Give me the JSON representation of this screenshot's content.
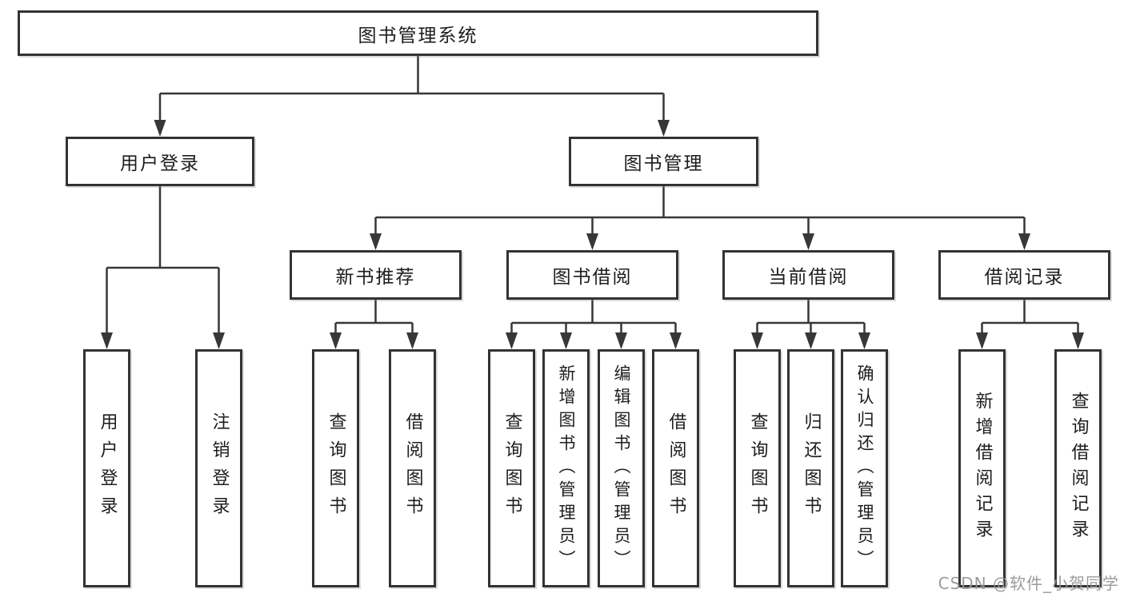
{
  "tree": {
    "label": "图书管理系统",
    "children": [
      {
        "label": "用户登录",
        "children": [
          {
            "label": "用户登录"
          },
          {
            "label": "注销登录"
          }
        ]
      },
      {
        "label": "图书管理",
        "children": [
          {
            "label": "新书推荐",
            "children": [
              {
                "label": "查询图书"
              },
              {
                "label": "借阅图书"
              }
            ]
          },
          {
            "label": "图书借阅",
            "children": [
              {
                "label": "查询图书"
              },
              {
                "label": "新增图书（管理员）"
              },
              {
                "label": "编辑图书（管理员）"
              },
              {
                "label": "借阅图书"
              }
            ]
          },
          {
            "label": "当前借阅",
            "children": [
              {
                "label": "查询图书"
              },
              {
                "label": "归还图书"
              },
              {
                "label": "确认归还（管理员）"
              }
            ]
          },
          {
            "label": "借阅记录",
            "children": [
              {
                "label": "新增借阅记录"
              },
              {
                "label": "查询借阅记录"
              }
            ]
          }
        ]
      }
    ]
  },
  "watermark": "CSDN @软件_小贺同学",
  "colors": {
    "line": "#373737",
    "border": "#333333",
    "text": "#1d1d1d",
    "background": "#ffffff",
    "watermark": "#969696"
  }
}
